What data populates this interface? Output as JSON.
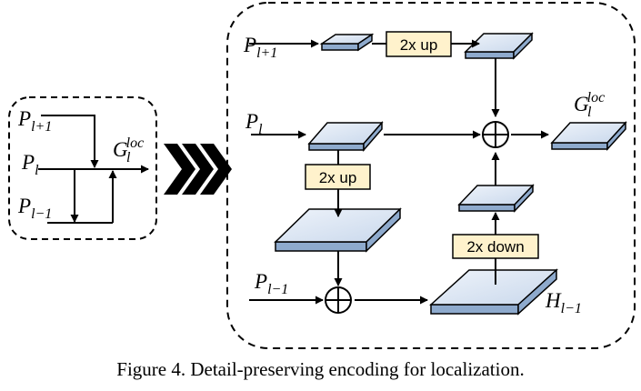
{
  "labels": {
    "p_main": "P",
    "sub_l_plus_1": "l+1",
    "sub_l": "l",
    "sub_l_minus_1": "l−1",
    "g_main": "G",
    "g_sub": "l",
    "g_sup": "loc",
    "h_main": "H",
    "h_sub": "l−1"
  },
  "boxes": {
    "up_top": "2x up",
    "up_mid": "2x up",
    "down": "2x down"
  },
  "colors": {
    "feature_fill": "#dce6f2",
    "feature_side": "#8eaacd",
    "op_box_fill": "#fff2cc",
    "stroke": "#000000"
  },
  "caption": "Figure 4. Detail-preserving encoding for localization."
}
